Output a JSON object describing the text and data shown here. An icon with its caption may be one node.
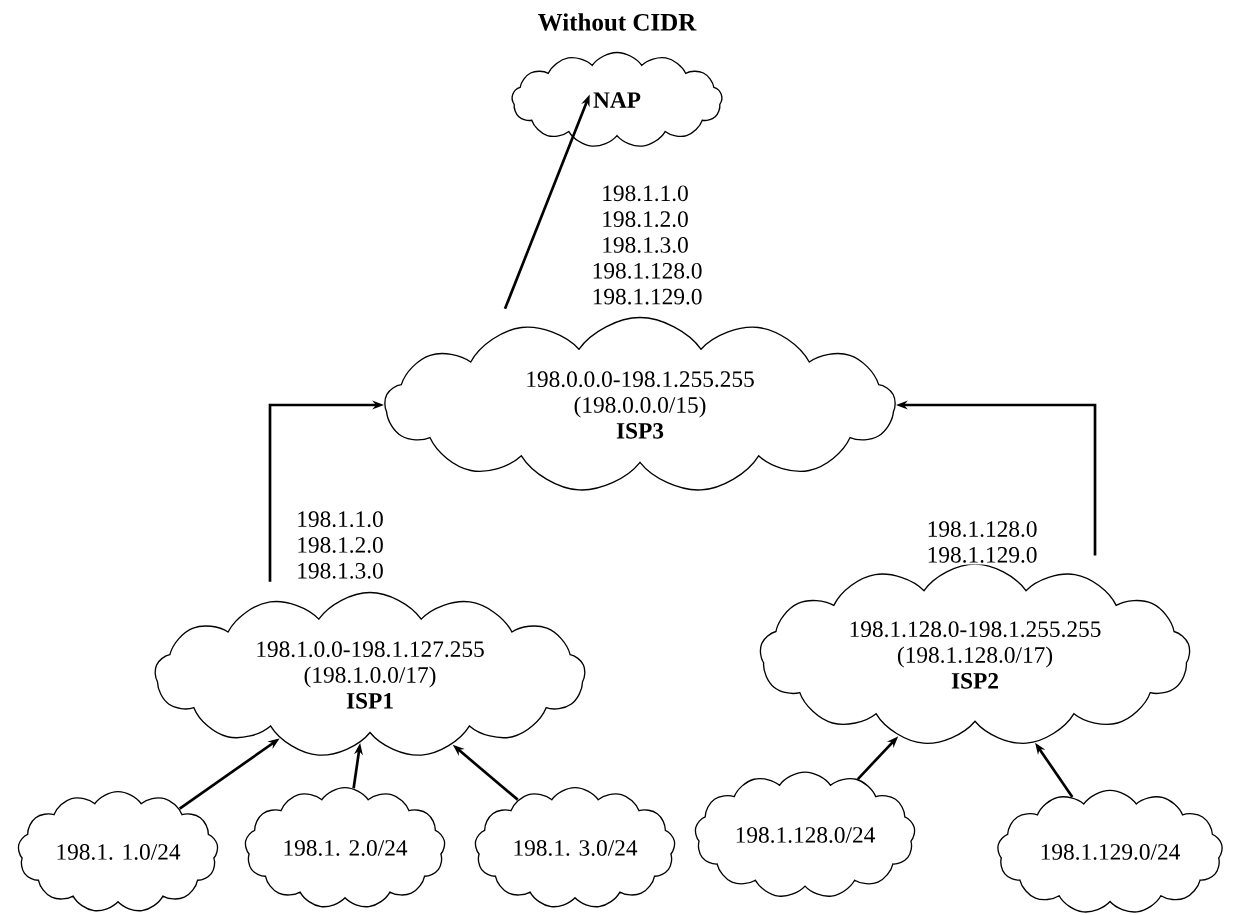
{
  "diagram": {
    "title": "Without CIDR",
    "nodes": [
      {
        "text": [
          "NAP"
        ]
      },
      {
        "text": [
          "198.0.0.0-198.1.255.255",
          "(198.0.0.0/15)",
          "ISP3"
        ]
      },
      {
        "text": [
          "198.1.0.0-198.1.127.255",
          "(198.1.0.0/17)",
          "ISP1"
        ]
      },
      {
        "text": [
          "198.1.128.0-198.1.255.255",
          "(198.1.128.0/17)",
          "ISP2"
        ]
      },
      {
        "text": [
          "198.1. 1.0/24"
        ]
      },
      {
        "text": [
          "198.1. 2.0/24"
        ]
      },
      {
        "text": [
          "198.1. 3.0/24"
        ]
      },
      {
        "text": [
          "198.1.128.0/24"
        ]
      },
      {
        "text": [
          "198.1.129.0/24"
        ]
      }
    ],
    "edges": [
      {
        "from": 1,
        "to": 0,
        "arrow": "to",
        "label": "198.1.1.0 198.1.2.0 198.1.3.0 198.1.128.0 198.1.129.0"
      },
      {
        "from": 2,
        "to": 1,
        "arrow": "to",
        "label": "198.1.1.0 198.1.2.0 198.1.3.0"
      },
      {
        "from": 3,
        "to": 1,
        "arrow": "to",
        "label": "198.1.128.0 198.1.129.0"
      },
      {
        "from": 4,
        "to": 2,
        "arrow": "to"
      },
      {
        "from": 5,
        "to": 2,
        "arrow": "to"
      },
      {
        "from": 6,
        "to": 2,
        "arrow": "to"
      },
      {
        "from": 7,
        "to": 3,
        "arrow": "to"
      },
      {
        "from": 8,
        "to": 3,
        "arrow": "to"
      }
    ]
  }
}
